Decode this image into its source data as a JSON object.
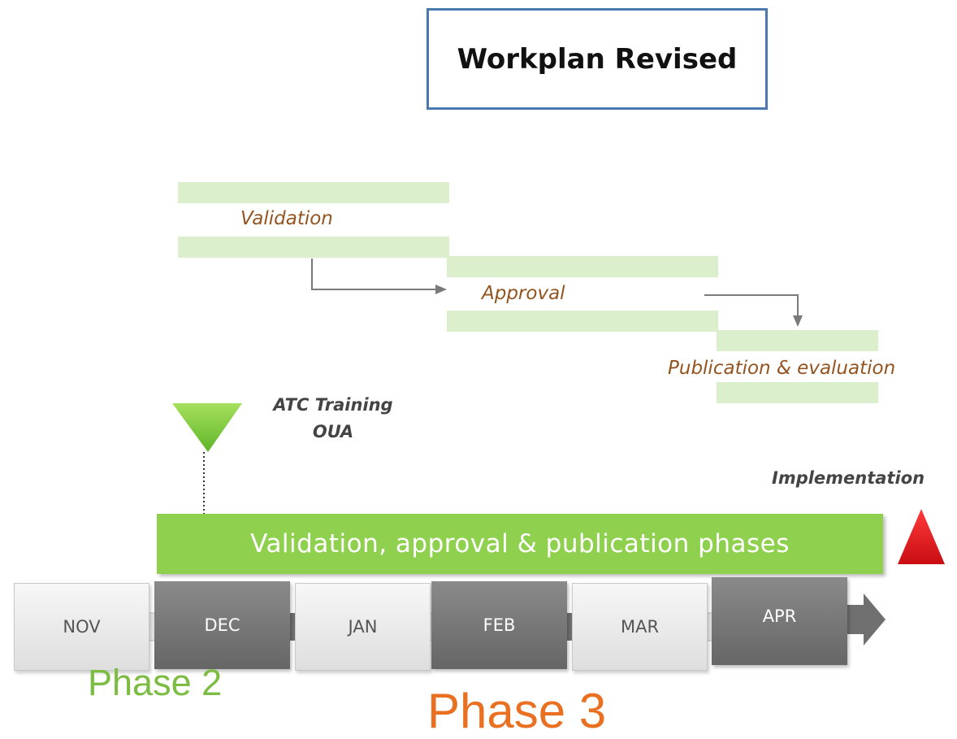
{
  "title": "Workplan Revised",
  "tasks": [
    {
      "label": "Validation"
    },
    {
      "label": "Approval"
    },
    {
      "label": "Publication & evaluation"
    }
  ],
  "milestones": {
    "training": {
      "line1": "ATC Training",
      "line2": "OUA",
      "color": "#8fd14f"
    },
    "implementation": {
      "label": "Implementation",
      "color": "#e8141a"
    }
  },
  "phase_banner": "Validation, approval & publication phases",
  "months": [
    "NOV",
    "DEC",
    "JAN",
    "FEB",
    "MAR",
    "APR"
  ],
  "phases": {
    "phase2": "Phase 2",
    "phase3": "Phase 3"
  },
  "colors": {
    "banner": "#8fd14f",
    "task_bar": "#dcefcc",
    "task_text": "#93541f",
    "phase2": "#7cbc42",
    "phase3": "#e97020",
    "title_border": "#4a78b0"
  }
}
